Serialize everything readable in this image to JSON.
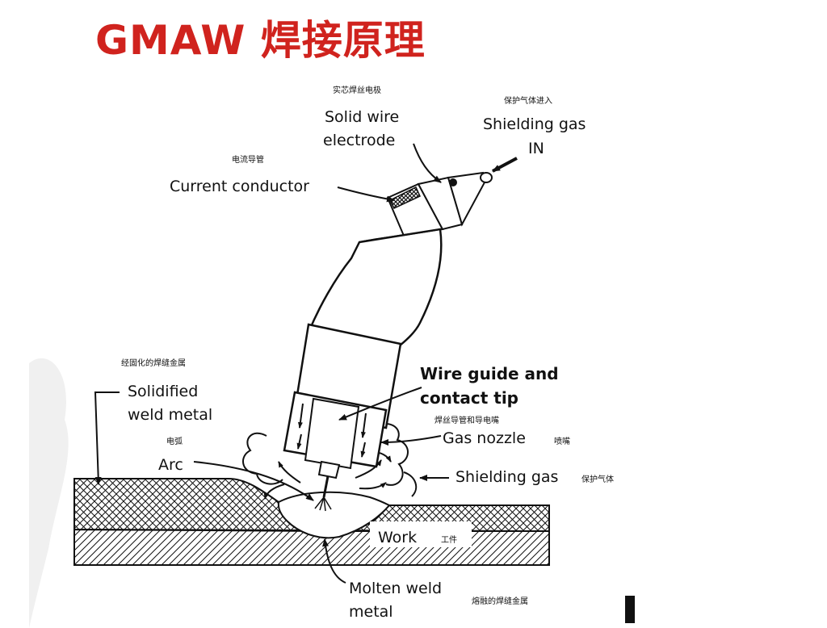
{
  "title": "GMAW 焊接原理",
  "labels": {
    "solid_wire_cn": "实芯焊丝电极",
    "solid_wire_en_1": "Solid wire",
    "solid_wire_en_2": "electrode",
    "gas_in_cn": "保护气体进入",
    "gas_in_en_1": "Shielding gas",
    "gas_in_en_2": "IN",
    "current_cn": "电流导管",
    "current_en": "Current conductor",
    "solidified_cn": "经固化的焊缝金属",
    "solidified_en_1": "Solidified",
    "solidified_en_2": "weld metal",
    "wire_guide_en_1": "Wire guide and",
    "wire_guide_en_2": "contact tip",
    "wire_guide_cn": "焊丝导管和导电嘴",
    "gas_nozzle_en": "Gas nozzle",
    "gas_nozzle_cn": "喷嘴",
    "arc_cn": "电弧",
    "arc_en": "Arc",
    "shield_gas_en": "Shielding gas",
    "shield_gas_cn": "保护气体",
    "work_en": "Work",
    "work_cn": "工件",
    "molten_en_1": "Molten weld",
    "molten_en_2": "metal",
    "molten_cn": "熔融的焊缝金属"
  },
  "colors": {
    "title": "#d0231e",
    "ink": "#111111"
  }
}
